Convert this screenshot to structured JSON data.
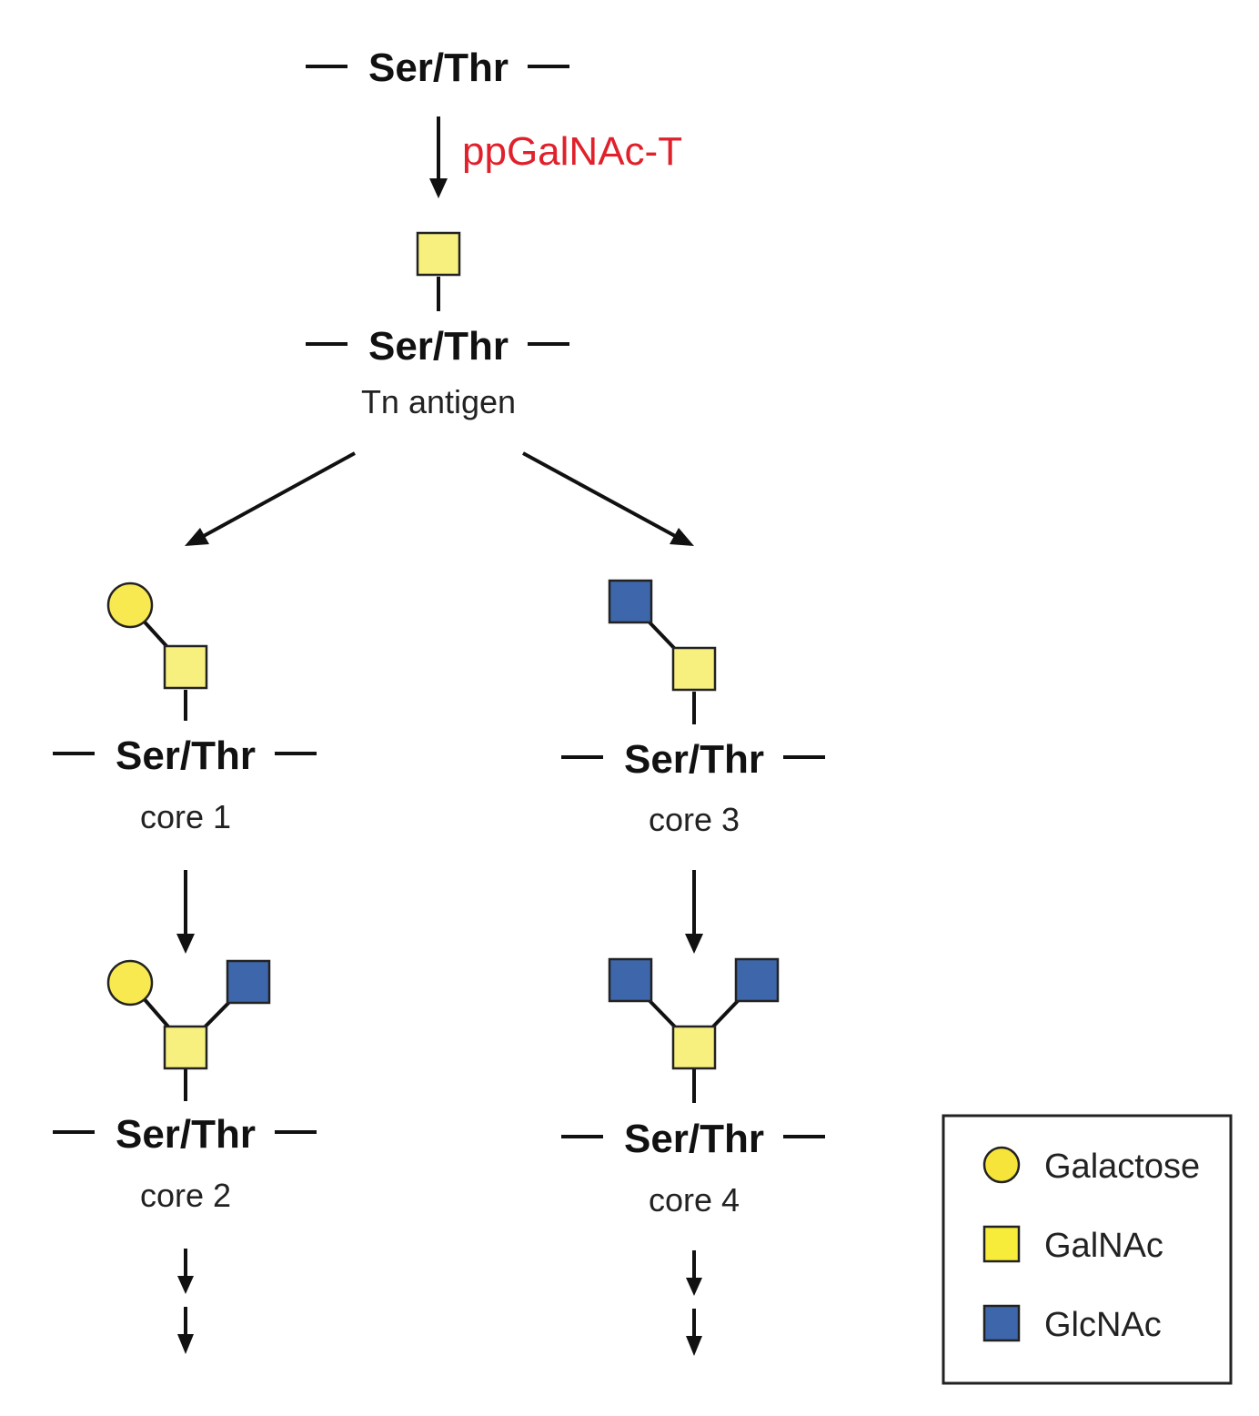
{
  "colors": {
    "galactose": "#f7e94f",
    "galnac": "#f7ef7e",
    "glcnac": "#3d66ab",
    "enzyme_text": "#e0212b",
    "legend_galnac": "#f7ec3a",
    "legend_galactose": "#f7e43a"
  },
  "top": {
    "residue": "Ser/Thr",
    "enzyme": "ppGalNAc-T"
  },
  "tn": {
    "residue": "Ser/Thr",
    "name": "Tn antigen"
  },
  "core1": {
    "residue": "Ser/Thr",
    "name": "core 1"
  },
  "core3": {
    "residue": "Ser/Thr",
    "name": "core 3"
  },
  "core2": {
    "residue": "Ser/Thr",
    "name": "core 2"
  },
  "core4": {
    "residue": "Ser/Thr",
    "name": "core 4"
  },
  "legend": {
    "items": [
      {
        "label": "Galactose",
        "icon": "yellow-circle-icon"
      },
      {
        "label": "GalNAc",
        "icon": "yellow-square-icon"
      },
      {
        "label": "GlcNAc",
        "icon": "blue-square-icon"
      }
    ]
  }
}
